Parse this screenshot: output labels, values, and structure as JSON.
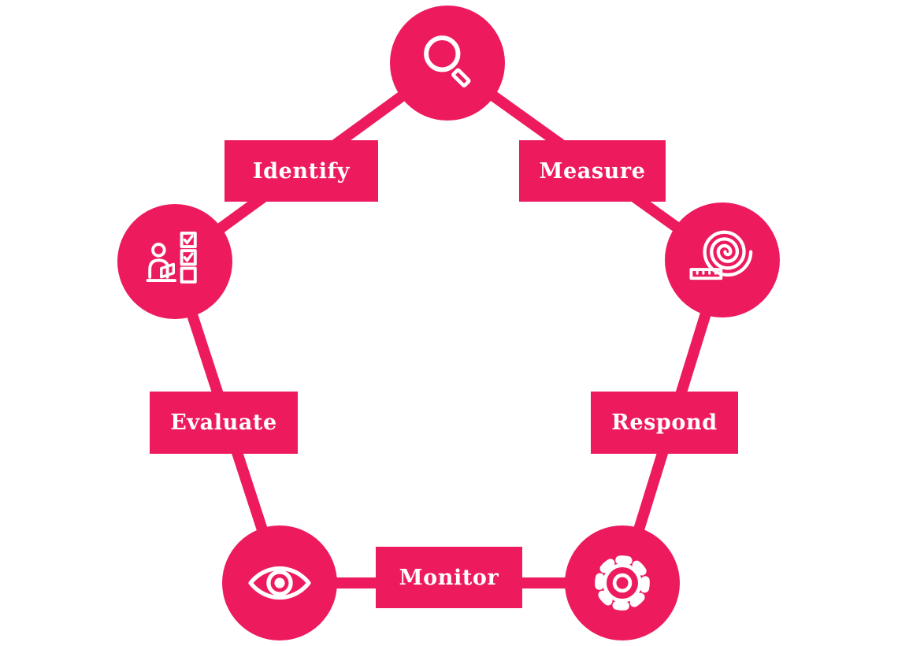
{
  "colors": {
    "accent": "#ED1B5E",
    "icon": "#FFFFFF",
    "background": "#FFFFFF"
  },
  "diagram": {
    "name": "risk-management-cycle",
    "steps": [
      {
        "label": "Identify",
        "icon": "search-icon"
      },
      {
        "label": "Measure",
        "icon": "tape-measure-icon"
      },
      {
        "label": "Respond",
        "icon": "gear-icon"
      },
      {
        "label": "Monitor",
        "icon": "eye-icon"
      },
      {
        "label": "Evaluate",
        "icon": "person-checklist-icon"
      }
    ]
  }
}
